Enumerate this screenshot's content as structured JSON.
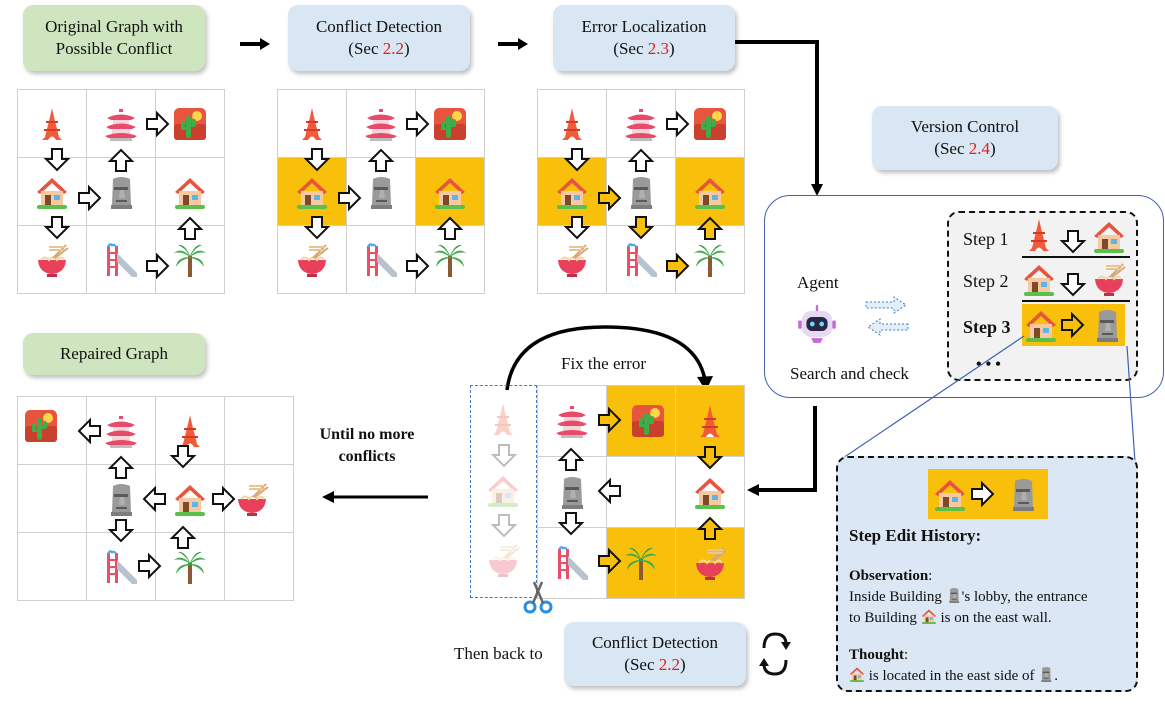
{
  "steps": {
    "original": {
      "line1": "Original Graph with",
      "line2": "Possible Conflict"
    },
    "conflict": {
      "title": "Conflict Detection",
      "sec_pre": "(Sec ",
      "sec_num": "2.2",
      "sec_post": ")"
    },
    "error": {
      "title": "Error Localization",
      "sec_pre": "(Sec ",
      "sec_num": "2.3",
      "sec_post": ")"
    },
    "version": {
      "title": "Version Control",
      "sec_pre": "(Sec ",
      "sec_num": "2.4",
      "sec_post": ")"
    },
    "repaired": {
      "title": "Repaired Graph"
    },
    "conflict2": {
      "title": "Conflict Detection",
      "sec_pre": "(Sec ",
      "sec_num": "2.2",
      "sec_post": ")"
    }
  },
  "agent": {
    "label": "Agent",
    "action": "Search and check"
  },
  "history_steps": [
    {
      "label": "Step 1"
    },
    {
      "label": "Step 2"
    },
    {
      "label": "Step 3"
    }
  ],
  "ellipsis": "• • •",
  "fix_label": "Fix the error",
  "until_label": {
    "line1": "Until no more",
    "line2": "conflicts"
  },
  "then_back": "Then back to",
  "edit_history": {
    "title": "Step Edit History:",
    "obs_label": "Observation",
    "obs_line1a": "Inside Building ",
    "obs_line1b": "'s lobby, the entrance",
    "obs_line2a": "to Building ",
    "obs_line2b": " is on the east wall.",
    "thought_label": "Thought",
    "thought_a": " is located in the east side of ",
    "thought_b": "."
  },
  "colors": {
    "highlight": "#f8bf0b",
    "red": "#e0201b",
    "blue_box": "#d9e6f3",
    "green_box": "#cfe5bf"
  }
}
